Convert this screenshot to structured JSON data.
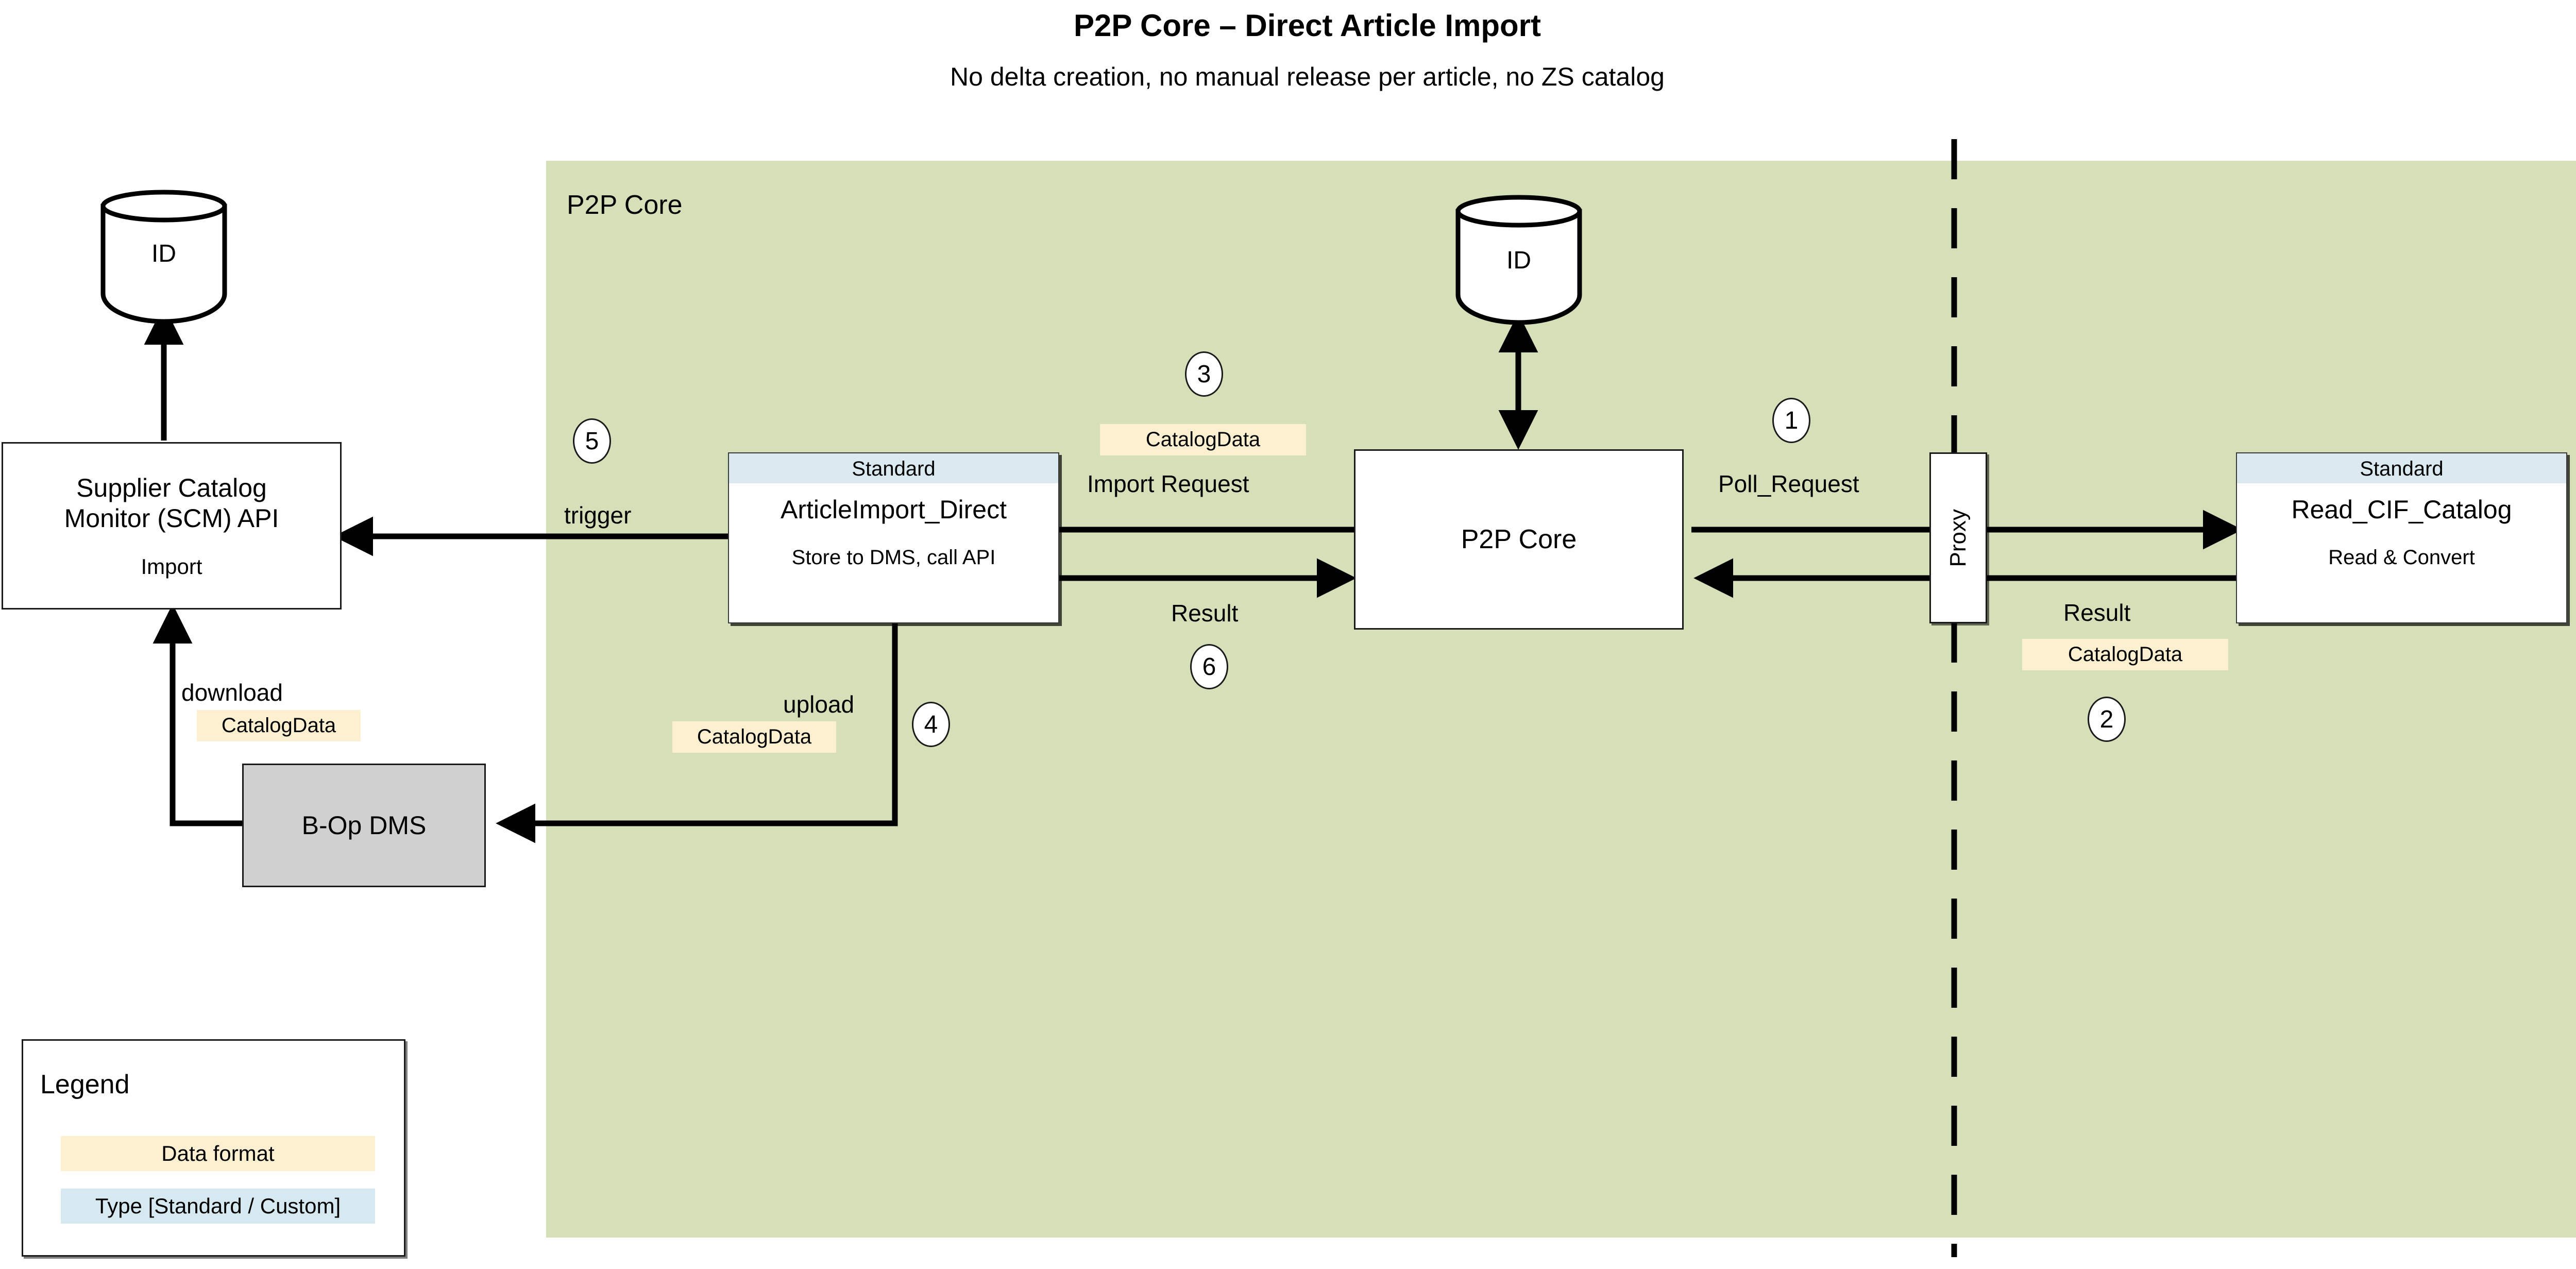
{
  "title": "P2P Core – Direct Article Import",
  "subtitle": "No delta creation, no manual release per article, no ZS catalog",
  "zone": {
    "label": "P2P Core"
  },
  "nodes": {
    "scm_api": {
      "line1": "Supplier Catalog",
      "line2": "Monitor (SCM) API",
      "sub": "Import"
    },
    "scm_db": {
      "label": "ID"
    },
    "core_db": {
      "label": "ID"
    },
    "bop_dms": {
      "label": "B-Op DMS"
    },
    "article_import": {
      "type": "Standard",
      "name": "ArticleImport_Direct",
      "desc": "Store to DMS, call API"
    },
    "p2p_core": {
      "label": "P2P Core"
    },
    "proxy": {
      "label": "Proxy"
    },
    "read_cif": {
      "type": "Standard",
      "name": "Read_CIF_Catalog",
      "desc": "Read & Convert"
    }
  },
  "flows": {
    "trigger": "trigger",
    "import_request": "Import Request",
    "import_request_format": "CatalogData",
    "result_left": "Result",
    "poll_request": "Poll_Request",
    "result_right": "Result",
    "result_right_format": "CatalogData",
    "download": "download",
    "download_format": "CatalogData",
    "upload": "upload",
    "upload_format": "CatalogData"
  },
  "steps": {
    "s1": "1",
    "s2": "2",
    "s3": "3",
    "s4": "4",
    "s5": "5",
    "s6": "6"
  },
  "legend": {
    "title": "Legend",
    "data_format": "Data format",
    "type_label": "Type [Standard / Custom]"
  },
  "colors": {
    "zone_background": "#d5e0b9",
    "type_header": "#dbeaf0",
    "data_format_badge": "#fcf0d0",
    "dms_fill": "#d0d0d0",
    "stroke": "#1a1a1a"
  }
}
